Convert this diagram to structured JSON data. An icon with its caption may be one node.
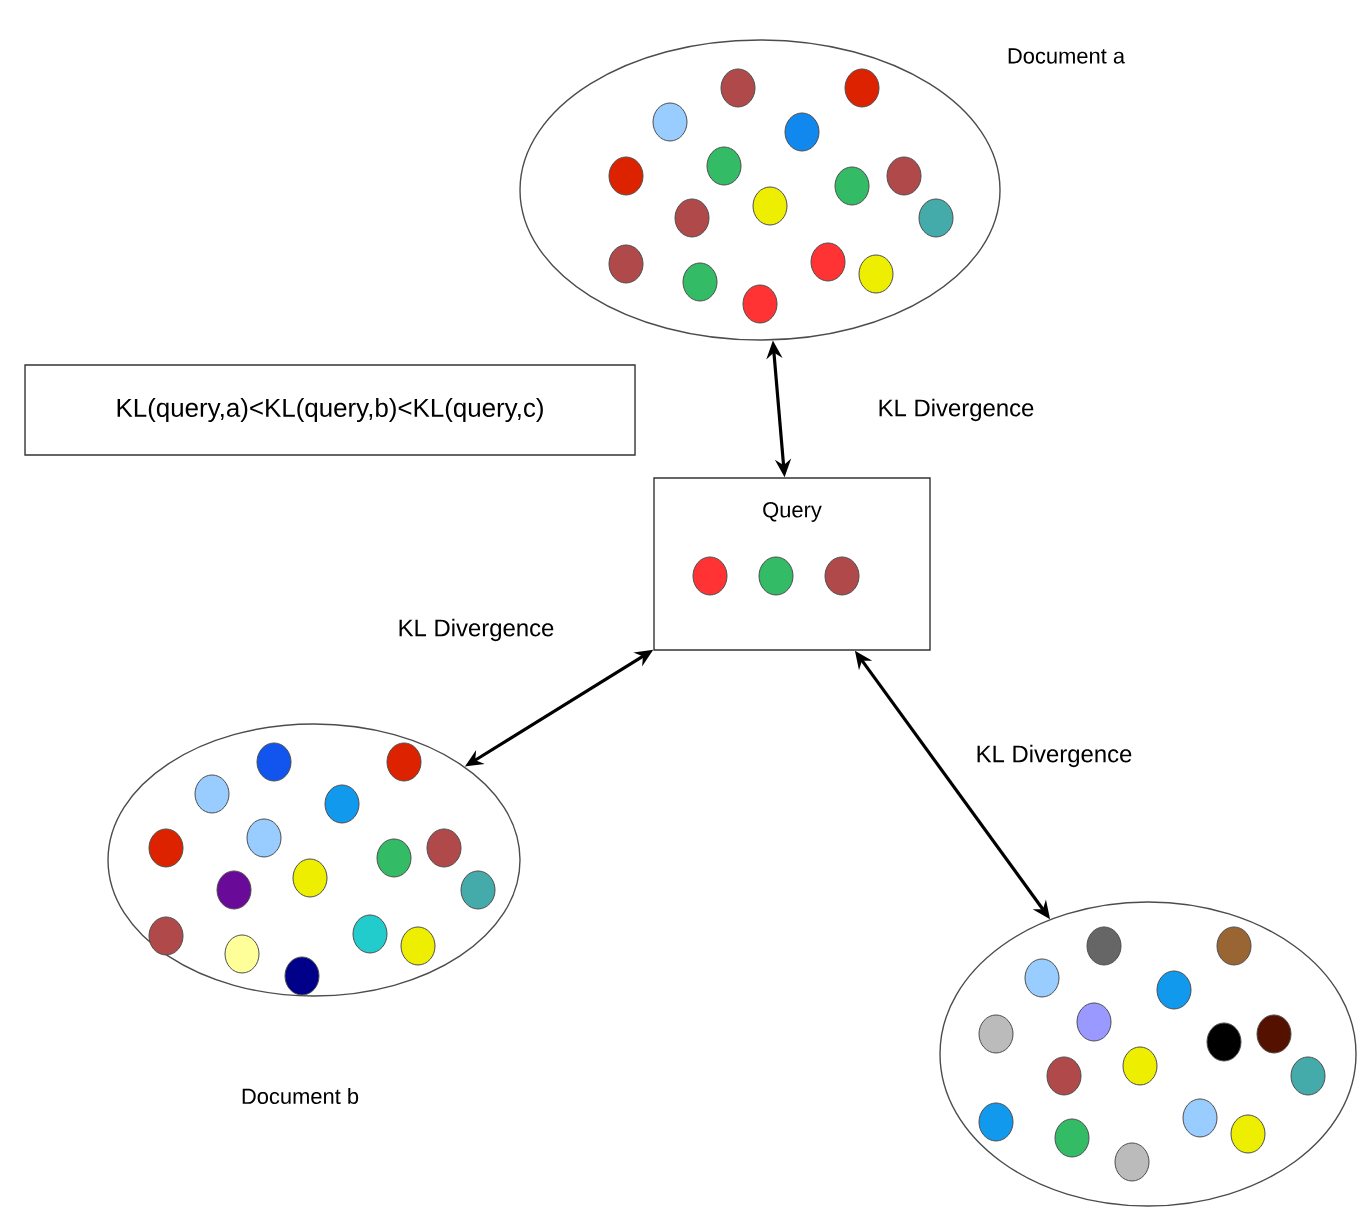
{
  "diagram": {
    "nodes": [
      {
        "text": [
          "Document a"
        ]
      },
      {
        "text": [
          "KL(query,a)<KL(query,b)<KL(query,c)"
        ]
      },
      {
        "text": [
          "Query"
        ]
      },
      {
        "text": [
          "Document b"
        ]
      },
      {
        "text": [],
        "shape": "circle"
      }
    ],
    "edges": [
      {
        "from": 2,
        "to": 0,
        "arrow": "both",
        "label": "KL Divergence"
      },
      {
        "from": 2,
        "to": 3,
        "arrow": "both",
        "label": "KL Divergence"
      },
      {
        "from": 2,
        "to": 4,
        "arrow": "both",
        "label": "KL Divergence"
      }
    ]
  }
}
